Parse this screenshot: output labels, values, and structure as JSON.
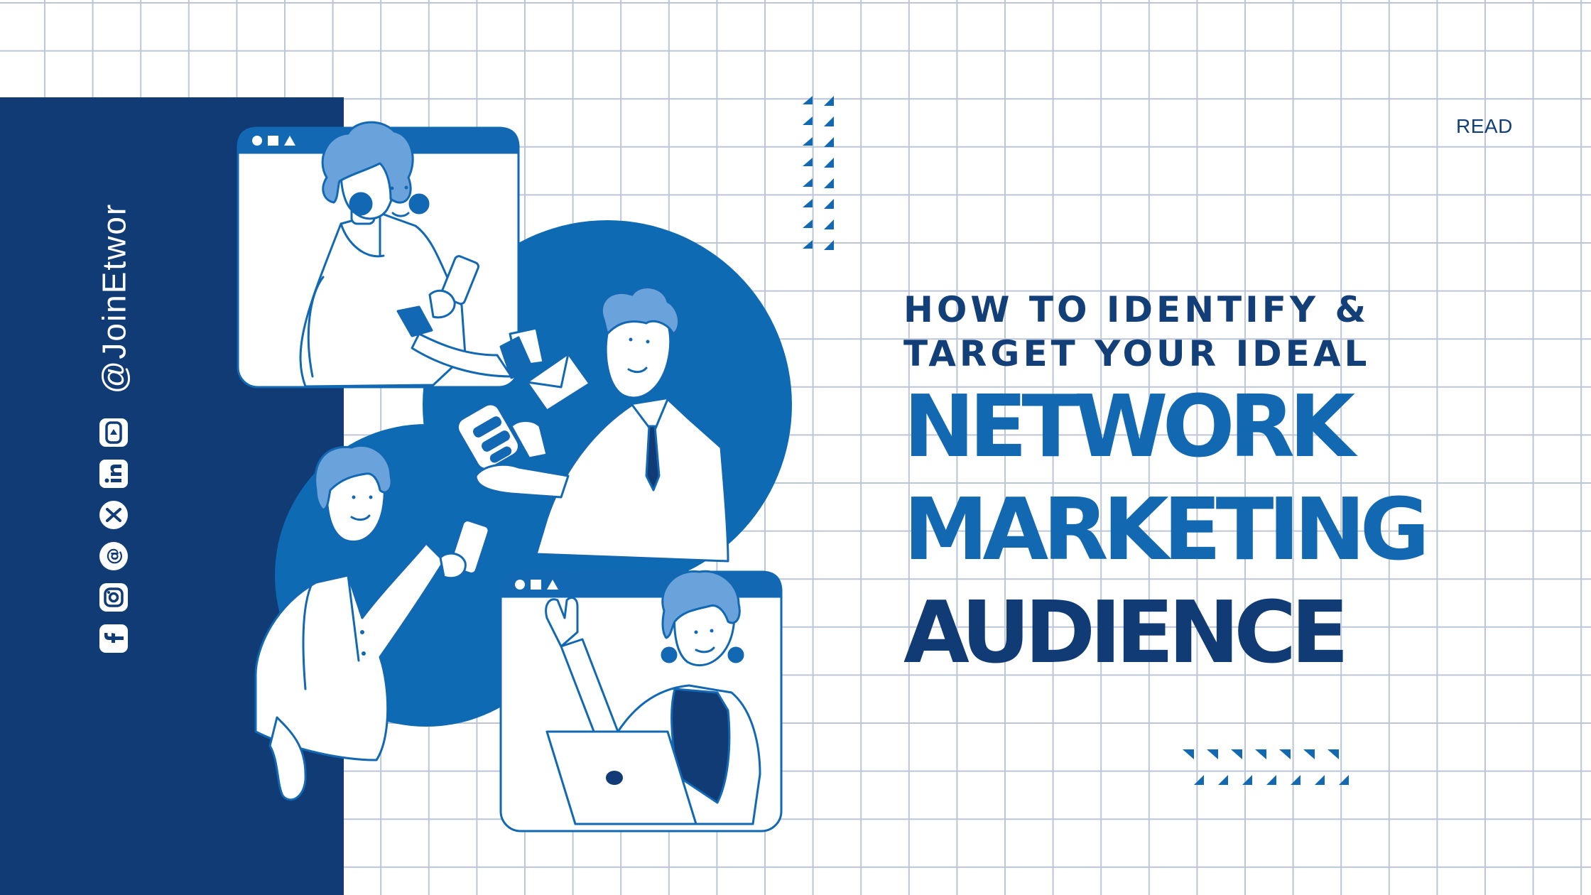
{
  "social_handle": "@JoinEtwor",
  "social_icons": [
    "facebook-icon",
    "instagram-icon",
    "threads-icon",
    "x-icon",
    "linkedin-icon",
    "youtube-icon"
  ],
  "read_label": "READ",
  "title": {
    "line1": "HOW TO IDENTIFY &",
    "line2": "TARGET YOUR IDEAL",
    "line3": "NETWORK",
    "line4": "MARKETING",
    "line5": "AUDIENCE"
  },
  "colors": {
    "navy": "#103b74",
    "blue": "#1269b2",
    "light_blue": "#6aa3dc",
    "grid": "#bcc6d6",
    "background": "#ffffff"
  }
}
